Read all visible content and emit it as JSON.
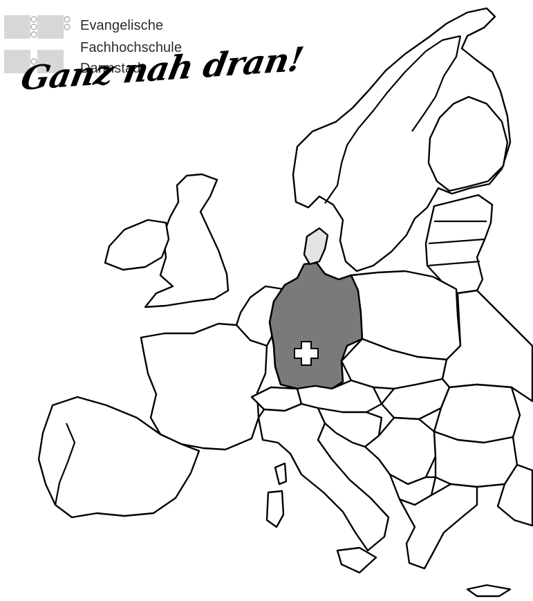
{
  "logo": {
    "line1": "Evangelische",
    "line2": "Fachhochschule",
    "line3": "Darmstadt"
  },
  "slogan": "Ganz nah dran!",
  "colors": {
    "germany_fill": "#7a7a7a",
    "denmark_fill": "#e4e4e4",
    "logo_squares": "#d7d7d7",
    "land": "#ffffff",
    "outline": "#000000"
  },
  "marker": {
    "icon": "cross-marker-icon",
    "city_label": ""
  }
}
